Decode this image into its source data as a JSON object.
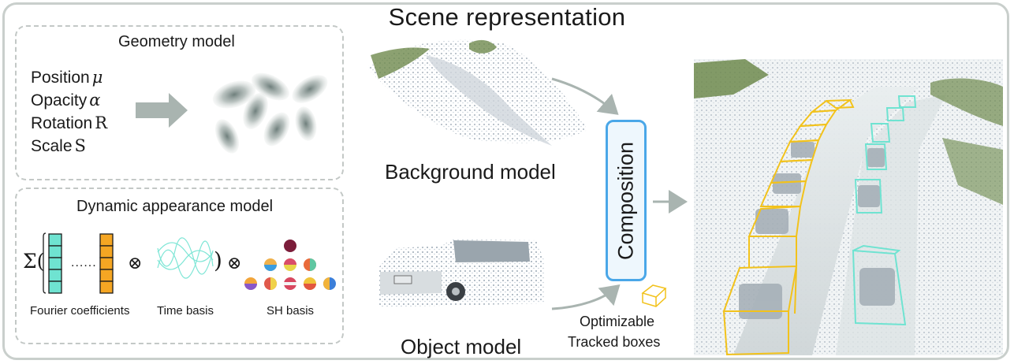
{
  "title": "Scene representation",
  "geometry": {
    "title": "Geometry model",
    "attributes": [
      {
        "name": "Position",
        "symbol": "μ"
      },
      {
        "name": "Opacity",
        "symbol": "α"
      },
      {
        "name": "Rotation",
        "symbol": "R"
      },
      {
        "name": "Scale",
        "symbol": "S"
      }
    ]
  },
  "appearance": {
    "title": "Dynamic appearance model",
    "sigma": "Σ(",
    "dots": "......",
    "close_paren": ")",
    "otimes": "⊗",
    "labels": {
      "fourier": "Fourier coefficients",
      "time": "Time basis",
      "sh": "SH basis"
    }
  },
  "middle": {
    "background": "Background model",
    "object": "Object model",
    "composition": "Composition",
    "boxes_line1": "Optimizable",
    "boxes_line2": "Tracked boxes"
  },
  "colors": {
    "cyan": "#6fe3d1",
    "orange": "#f5a623",
    "composition_border": "#4aa7e8",
    "tracked_box_yellow": "#f2c21b",
    "arrow_gray": "#a9b4b0"
  }
}
